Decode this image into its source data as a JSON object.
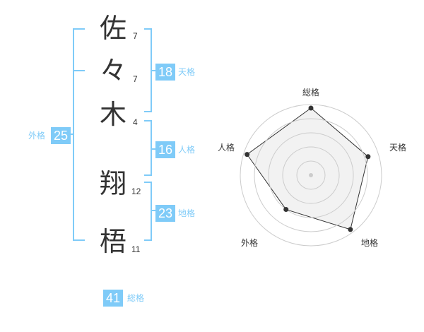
{
  "name": {
    "characters": [
      {
        "char": "佐",
        "strokes": "7"
      },
      {
        "char": "々",
        "strokes": "7"
      },
      {
        "char": "木",
        "strokes": "4"
      },
      {
        "char": "翔",
        "strokes": "12"
      },
      {
        "char": "梧",
        "strokes": "11"
      }
    ]
  },
  "fortune": {
    "tenkaku": {
      "label": "天格",
      "value": "18"
    },
    "jinkaku": {
      "label": "人格",
      "value": "16"
    },
    "chikaku": {
      "label": "地格",
      "value": "23"
    },
    "gaikaku": {
      "label": "外格",
      "value": "25"
    },
    "soukaku": {
      "label": "総格",
      "value": "41"
    }
  },
  "colors": {
    "accent": "#7fcbf8",
    "text": "#333333",
    "grid": "#cccccc",
    "fill": "#f2f2f2"
  },
  "chart_data": {
    "type": "radar",
    "axes": [
      "総格",
      "天格",
      "地格",
      "外格",
      "人格"
    ],
    "values": [
      0.95,
      0.85,
      0.95,
      0.6,
      0.95
    ],
    "rings": 5
  }
}
